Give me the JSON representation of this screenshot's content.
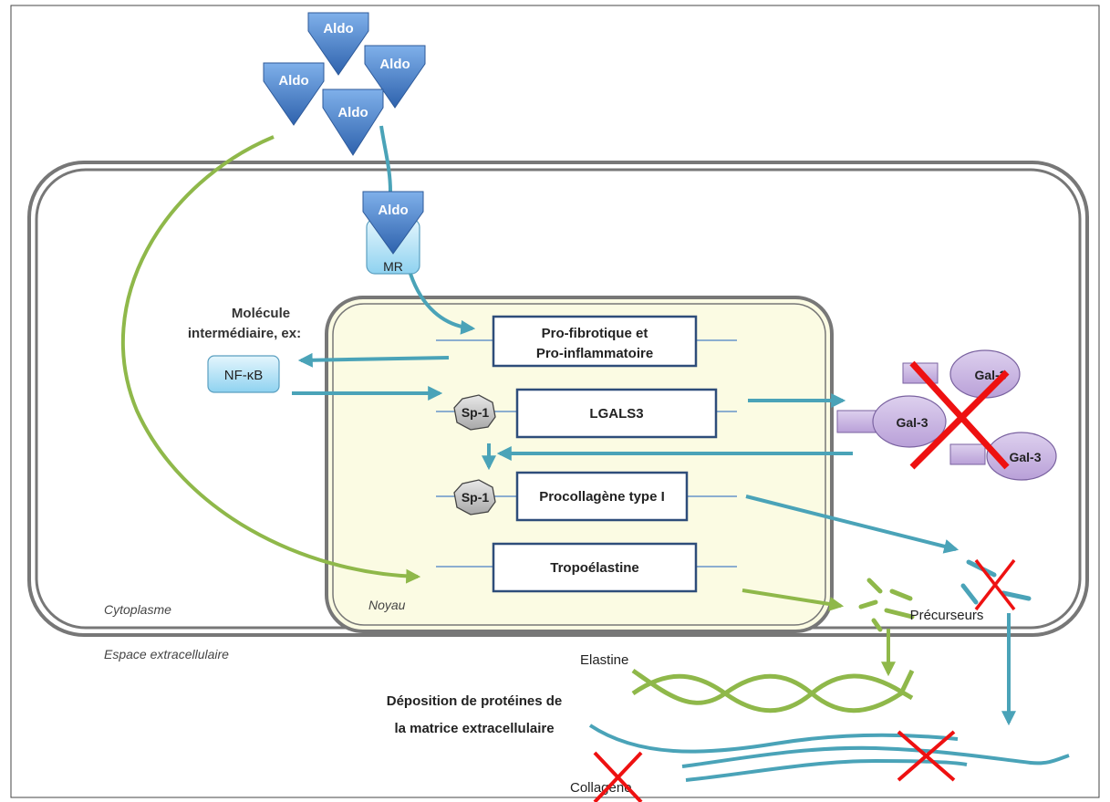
{
  "ligand": "Aldo",
  "receptor": "MR",
  "intermediate": {
    "caption_line1": "Molécule",
    "caption_line2": "intermédiaire, ex:",
    "name": "NF-κB"
  },
  "genes": {
    "profibrotic_line1": "Pro-fibrotique et",
    "profibrotic_line2": "Pro-inflammatoire",
    "lgals3": "LGALS3",
    "procollagen": "Procollagène type I",
    "tropoelastin": "Tropoélastine"
  },
  "transcription_factor": "Sp-1",
  "galectin": "Gal-3",
  "compartments": {
    "nucleus": "Noyau",
    "cytoplasm": "Cytoplasme",
    "extracellular": "Espace extracellulaire"
  },
  "products": {
    "precursors": "Précurseurs",
    "elastin": "Elastine",
    "deposition_line1": "Déposition de protéines de",
    "deposition_line2": "la matrice extracellulaire",
    "collagen": "Collagène"
  },
  "colors": {
    "ligand_blue": "#4a7fc4",
    "teal_arrow": "#4aa3b8",
    "green_arrow": "#8fb84a",
    "nucleus_fill": "#fbfbe3",
    "galectin_fill": "#c9b3e0",
    "inhibition_red": "#ee1111"
  }
}
